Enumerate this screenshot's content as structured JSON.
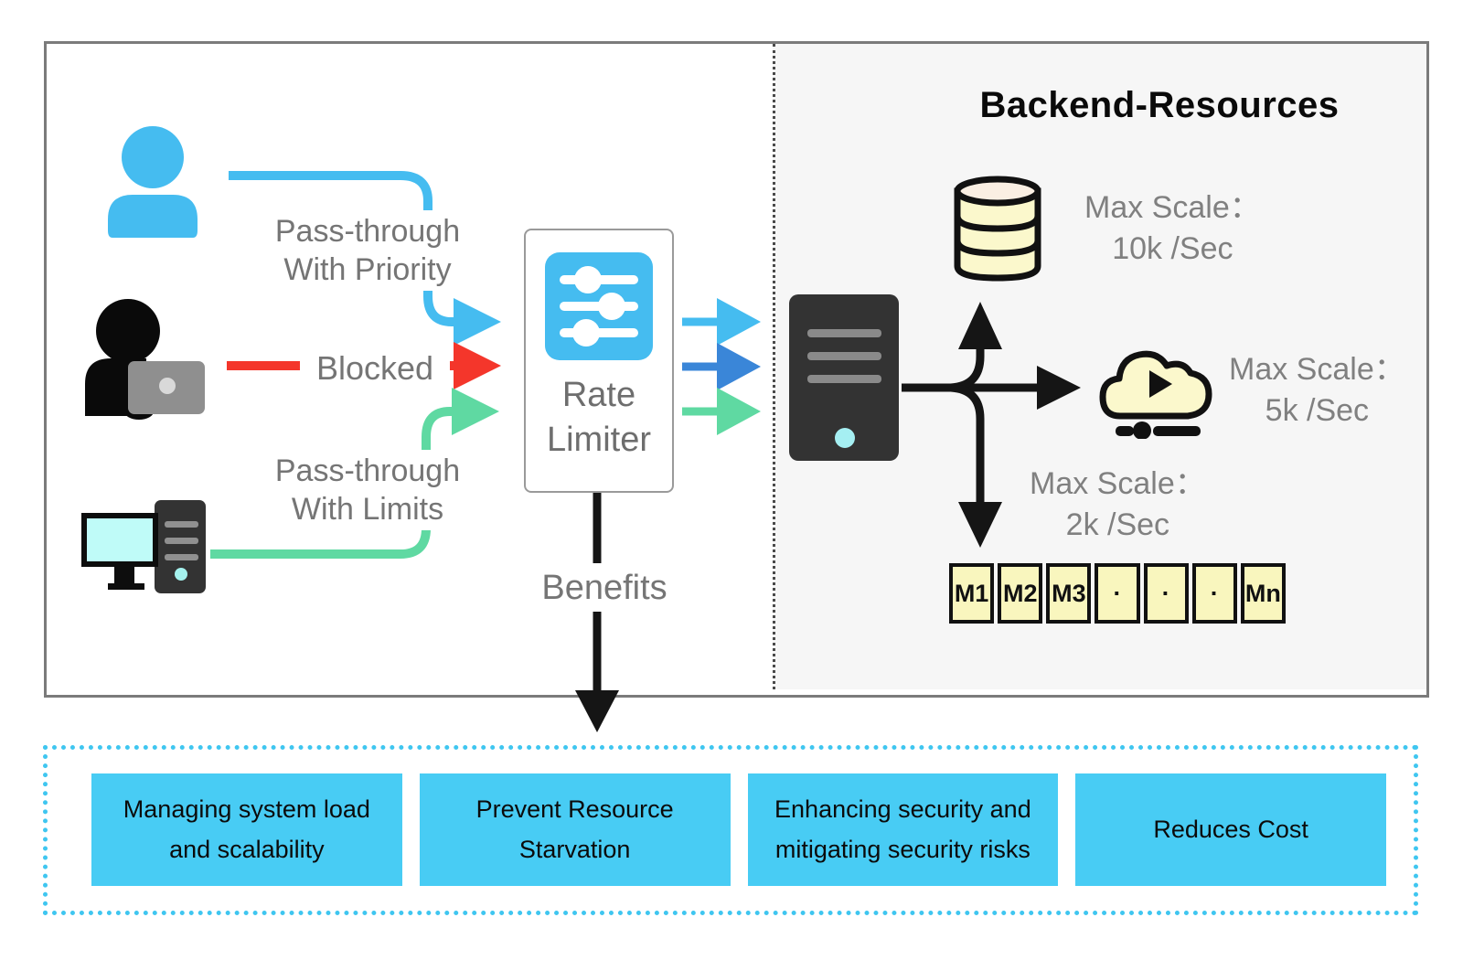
{
  "colors": {
    "light-blue": "#45BCF0",
    "dark-blue": "#3A86D8",
    "green": "#5FD9A2",
    "red": "#F4362B",
    "cream": "#FBF8CC",
    "cream-top": "#FAEFE3",
    "cream-dark": "#F9F6BE",
    "benefit-blue": "#48CCF4",
    "dotted-blue": "#3FC6F0"
  },
  "labels": {
    "priority": {
      "line1": "Pass-through",
      "line2": "With Priority"
    },
    "blocked": "Blocked",
    "limits": {
      "line1": "Pass-through",
      "line2": "With Limits"
    },
    "benefits": "Benefits"
  },
  "rate_limiter": {
    "line1": "Rate",
    "line2": "Limiter"
  },
  "backend": {
    "title": "Backend-Resources",
    "db_scale": {
      "line1": "Max Scale：",
      "line2": "10k /Sec"
    },
    "cloud_scale": {
      "line1": "Max Scale：",
      "line2": "5k /Sec"
    },
    "machine_scale": {
      "line1": "Max Scale：",
      "line2": "2k /Sec"
    },
    "machines": [
      "M1",
      "M2",
      "M3",
      "·",
      "·",
      "·",
      "Mn"
    ]
  },
  "benefit_boxes": [
    {
      "line1": "Managing system load",
      "line2": "and scalability"
    },
    {
      "line1": "Prevent Resource",
      "line2": "Starvation"
    },
    {
      "line1": "Enhancing security and",
      "line2": "mitigating security risks"
    },
    {
      "line1": "Reduces Cost",
      "line2": ""
    }
  ]
}
